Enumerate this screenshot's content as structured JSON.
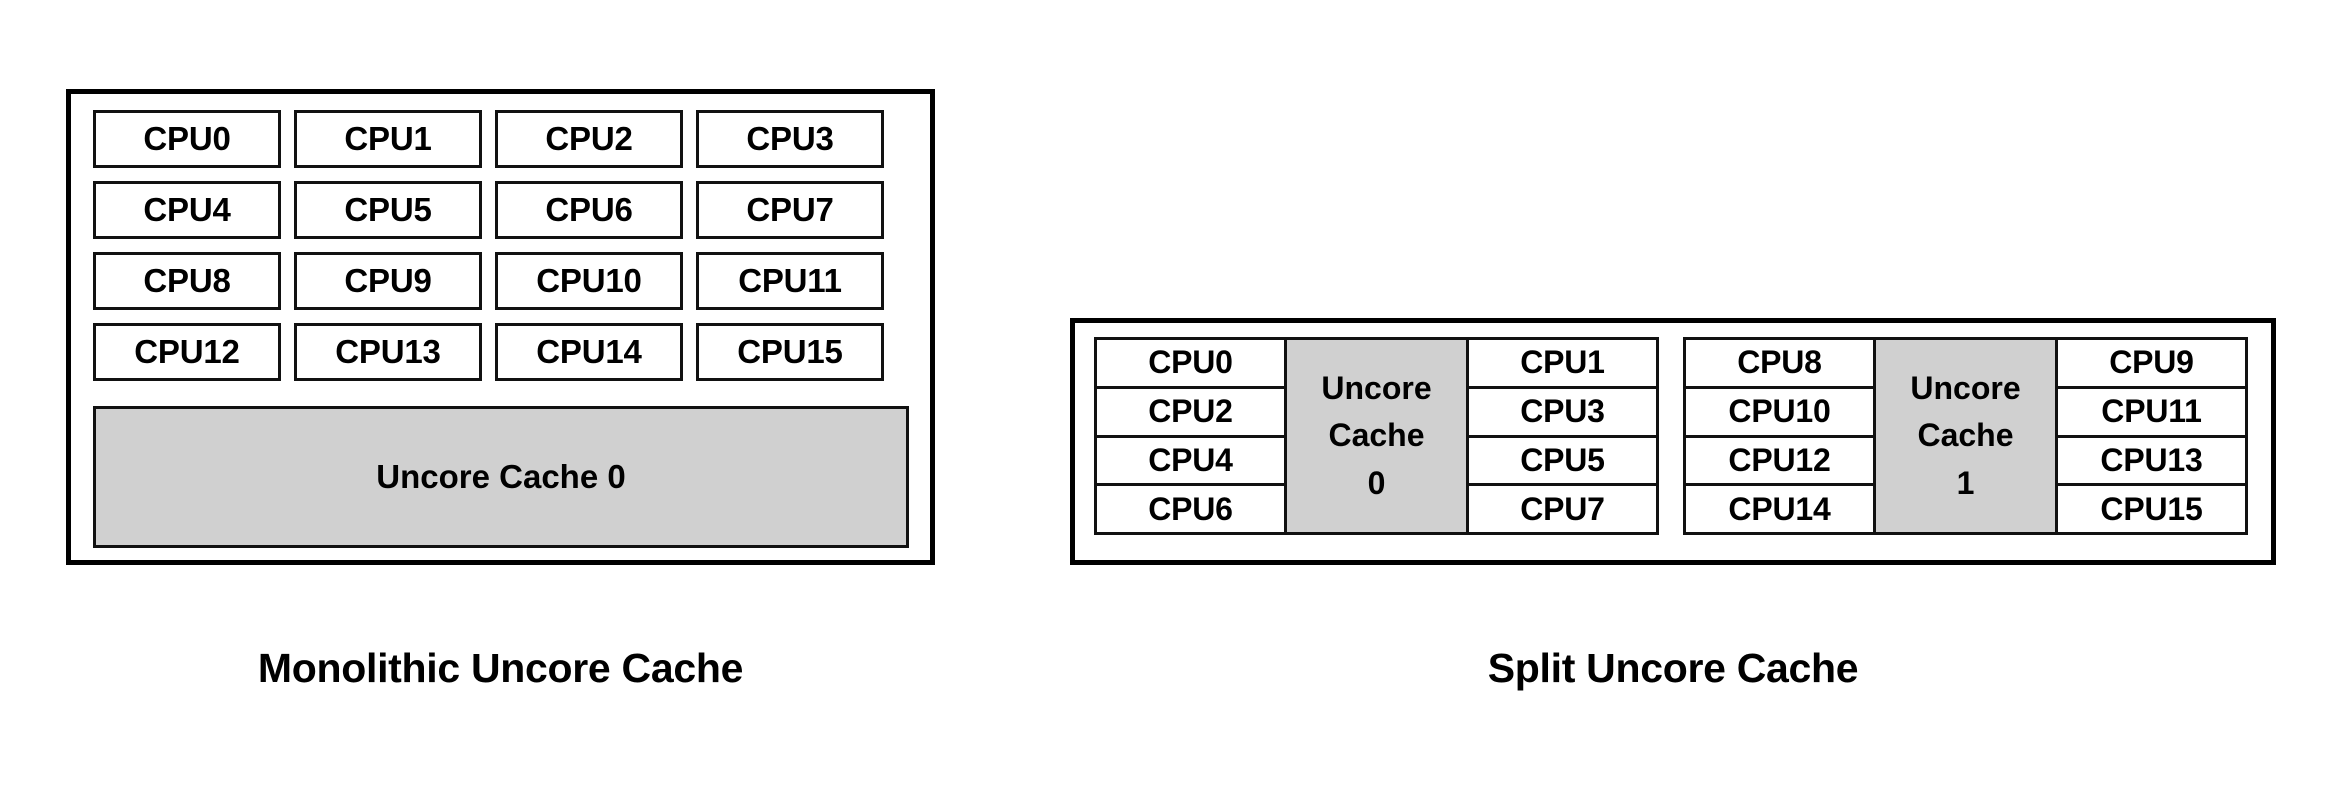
{
  "diagram": {
    "title_left": "Monolithic Uncore Cache",
    "title_right": "Split Uncore Cache",
    "colors": {
      "cache_fill": "#d0d0d0",
      "box_border": "#111111",
      "panel_border": "#000000",
      "background": "#ffffff",
      "text": "#000000"
    }
  },
  "monolithic": {
    "caption": "Monolithic Uncore Cache",
    "cpus": [
      "CPU0",
      "CPU1",
      "CPU2",
      "CPU3",
      "CPU4",
      "CPU5",
      "CPU6",
      "CPU7",
      "CPU8",
      "CPU9",
      "CPU10",
      "CPU11",
      "CPU12",
      "CPU13",
      "CPU14",
      "CPU15"
    ],
    "uncore_cache": {
      "label": "Uncore Cache 0",
      "index": "0"
    }
  },
  "split": {
    "caption": "Split Uncore Cache",
    "groups": [
      {
        "left_cpus": [
          "CPU0",
          "CPU2",
          "CPU4",
          "CPU6"
        ],
        "uncore_line1": "Uncore",
        "uncore_line2": "Cache",
        "uncore_line3": "0",
        "right_cpus": [
          "CPU1",
          "CPU3",
          "CPU5",
          "CPU7"
        ]
      },
      {
        "left_cpus": [
          "CPU8",
          "CPU10",
          "CPU12",
          "CPU14"
        ],
        "uncore_line1": "Uncore",
        "uncore_line2": "Cache",
        "uncore_line3": "1",
        "right_cpus": [
          "CPU9",
          "CPU11",
          "CPU13",
          "CPU15"
        ]
      }
    ]
  }
}
